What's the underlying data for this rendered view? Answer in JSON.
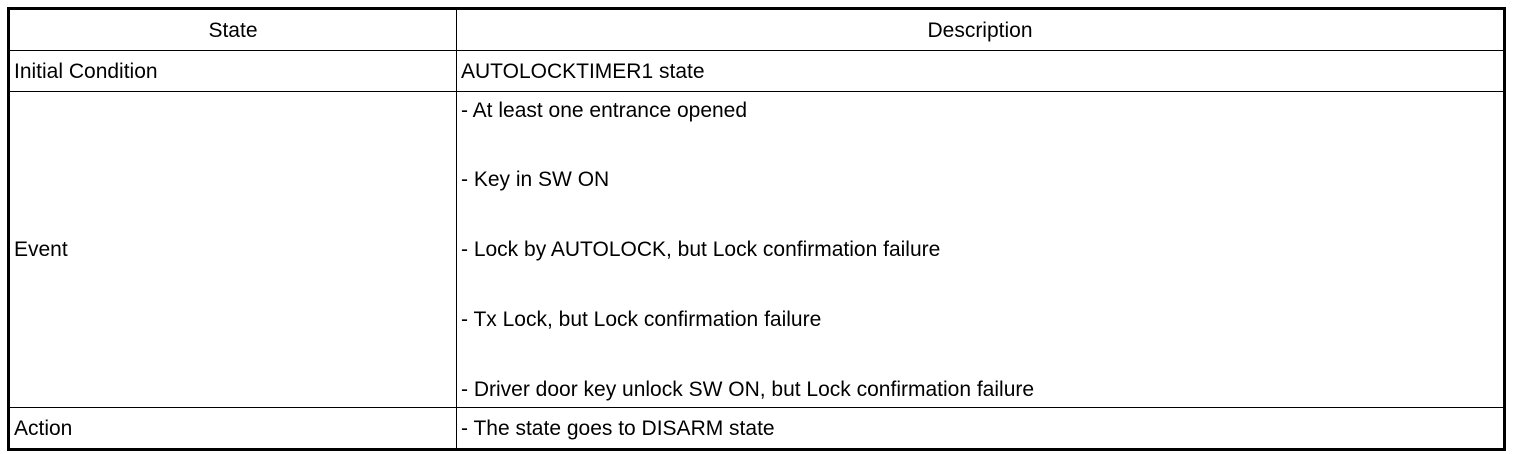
{
  "table": {
    "headers": {
      "state": "State",
      "description": "Description"
    },
    "rows": {
      "initial": {
        "state": "Initial Condition",
        "description": "AUTOLOCKTIMER1 state"
      },
      "event": {
        "state": "Event",
        "items": [
          "- At least one entrance opened",
          "- Key in SW ON",
          "- Lock by AUTOLOCK, but Lock confirmation failure",
          "- Tx Lock, but Lock confirmation failure",
          "- Driver door key unlock SW ON, but Lock confirmation failure"
        ]
      },
      "action": {
        "state": "Action",
        "description": "- The state goes to DISARM state"
      }
    }
  }
}
